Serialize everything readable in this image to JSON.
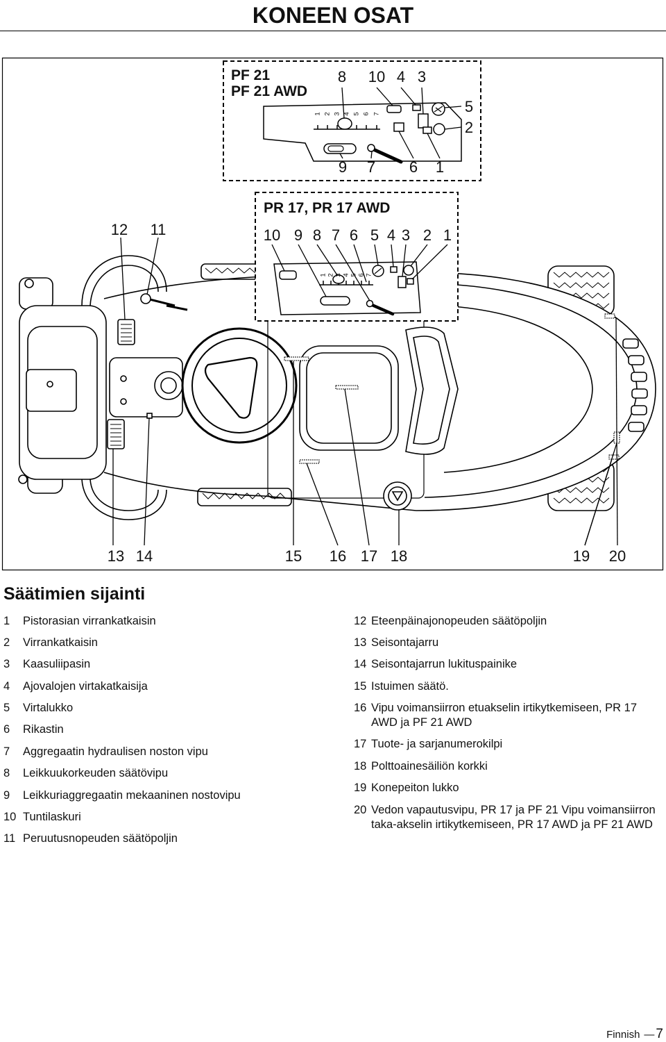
{
  "header": {
    "title": "KONEEN OSAT"
  },
  "diagram": {
    "pf_panel": {
      "title_line1": "PF 21",
      "title_line2": "PF 21 AWD",
      "callouts_top": [
        "8",
        "10",
        "4",
        "3"
      ],
      "callouts_right": [
        "5",
        "2"
      ],
      "callouts_bottom": [
        "9",
        "7",
        "6",
        "1"
      ],
      "gear_scale": [
        "1",
        "2",
        "3",
        "4",
        "5",
        "6",
        "7"
      ]
    },
    "pr_panel": {
      "title": "PR 17, PR 17 AWD",
      "callouts": [
        "10",
        "9",
        "8",
        "7",
        "6",
        "5",
        "4",
        "3",
        "2",
        "1"
      ],
      "gear_scale": [
        "1",
        "2",
        "3",
        "4",
        "5",
        "6",
        "7"
      ]
    },
    "callouts_top": [
      "12",
      "11"
    ],
    "callouts_bottom": [
      "13",
      "14",
      "15",
      "16",
      "17",
      "18",
      "19",
      "20"
    ]
  },
  "controls_section": {
    "heading": "Säätimien sijainti",
    "items_left": [
      {
        "num": "1",
        "text": "Pistorasian virrankatkaisin"
      },
      {
        "num": "2",
        "text": "Virrankatkaisin"
      },
      {
        "num": "3",
        "text": "Kaasuliipasin"
      },
      {
        "num": "4",
        "text": "Ajovalojen virtakatkaisija"
      },
      {
        "num": "5",
        "text": "Virtalukko"
      },
      {
        "num": "6",
        "text": "Rikastin"
      },
      {
        "num": "7",
        "text": "Aggregaatin hydraulisen noston vipu"
      },
      {
        "num": "8",
        "text": "Leikkuukorkeuden säätövipu"
      },
      {
        "num": "9",
        "text": "Leikkuriaggregaatin mekaaninen nostovipu"
      },
      {
        "num": "10",
        "text": "Tuntilaskuri"
      },
      {
        "num": "11",
        "text": "Peruutusnopeuden säätöpoljin"
      }
    ],
    "items_right": [
      {
        "num": "12",
        "text": "Eteenpäinajonopeuden säätöpoljin"
      },
      {
        "num": "13",
        "text": "Seisontajarru"
      },
      {
        "num": "14",
        "text": "Seisontajarrun lukituspainike"
      },
      {
        "num": "15",
        "text": "Istuimen säätö."
      },
      {
        "num": "16",
        "text": "Vipu voimansiirron etuakselin irtikytkemiseen, PR 17 AWD ja PF 21 AWD"
      },
      {
        "num": "17",
        "text": "Tuote- ja sarjanumerokilpi"
      },
      {
        "num": "18",
        "text": "Polttoainesäiliön korkki"
      },
      {
        "num": "19",
        "text": "Konepeiton lukko"
      },
      {
        "num": "20",
        "text": "Vedon vapautusvipu, PR 17 ja PF 21 Vipu voimansiirron taka-akselin irtikytkemiseen, PR 17 AWD ja PF 21 AWD"
      }
    ]
  },
  "footer": {
    "language": "Finnish",
    "separator": "—",
    "page_number": "7"
  }
}
